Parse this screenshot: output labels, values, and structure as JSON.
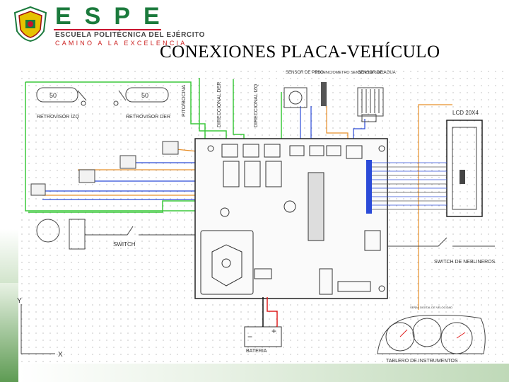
{
  "header": {
    "brand": "ESPE",
    "subtitle": "ESCUELA POLITÉCNICA DEL EJÉRCITO",
    "motto": "CAMINO A LA EXCELENCIA",
    "title": "CONEXIONES PLACA-VEHÍCULO"
  },
  "labels": {
    "mirror_left": "RETROVISOR IZQ",
    "mirror_right": "RETROVISOR DER",
    "horn": "PITO/BOCINA",
    "dir_right": "DIRECCIONAL DER",
    "dir_left": "DIRECCIONAL IZQ",
    "weight_sensor": "SENSOR DE PESO",
    "speed_sensor": "POTENCIOMETRO SENSOR DE GIRO",
    "water_sensor": "SENSOR DE AGUA",
    "lcd": "LCD 20X4",
    "switch": "SWITCH",
    "switch_brake": "SWITCH DE NEBLINEROS",
    "battery": "BATERIA",
    "dashboard": "TABLERO DE INSTRUMENTOS",
    "speed_signal": "SEÑAL DIGITAL DE VELOCIDAD",
    "axis_x": "X",
    "axis_y": "Y"
  },
  "colors": {
    "green_wire": "#3cc83c",
    "blue_wire": "#2b4bd8",
    "red_wire": "#e02020",
    "orange_wire": "#e8902a",
    "brand_green": "#1b7a3c",
    "brand_red": "#c8102e"
  }
}
